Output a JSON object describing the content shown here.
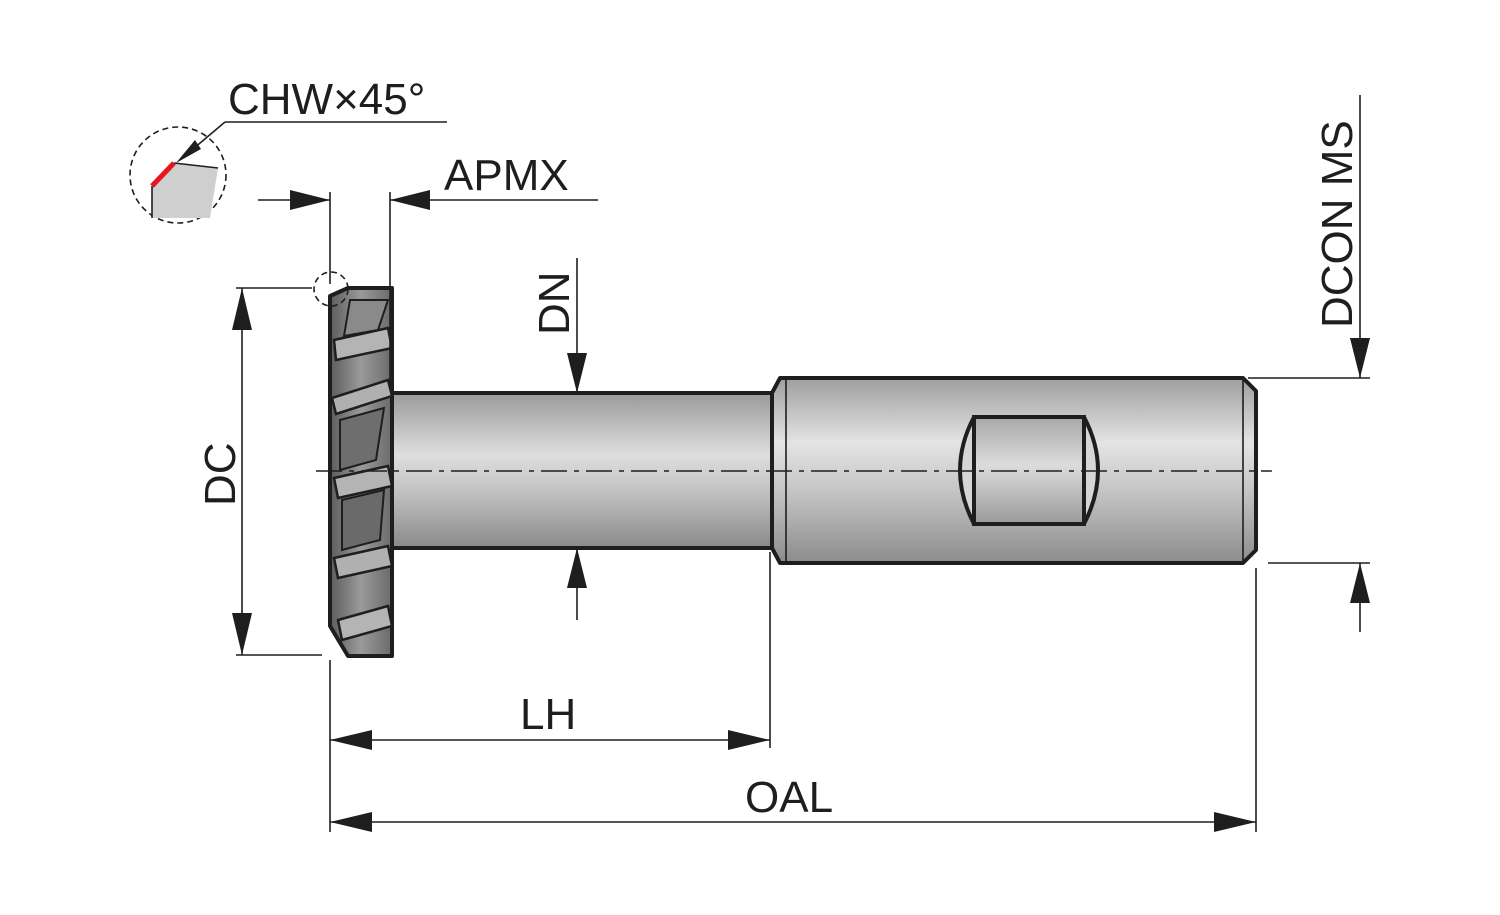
{
  "labels": {
    "chamfer": "CHW×45°",
    "apmx": "APMX",
    "dn": "DN",
    "dc": "DC",
    "dcon_ms": "DCON MS",
    "lh": "LH",
    "oal": "OAL"
  },
  "colors": {
    "line": "#1e1e1e",
    "body_fill": "#c9c9c9",
    "cutter_fill": "#7d7d7d",
    "chamfer_highlight": "#e8141e",
    "background": "#ffffff"
  }
}
